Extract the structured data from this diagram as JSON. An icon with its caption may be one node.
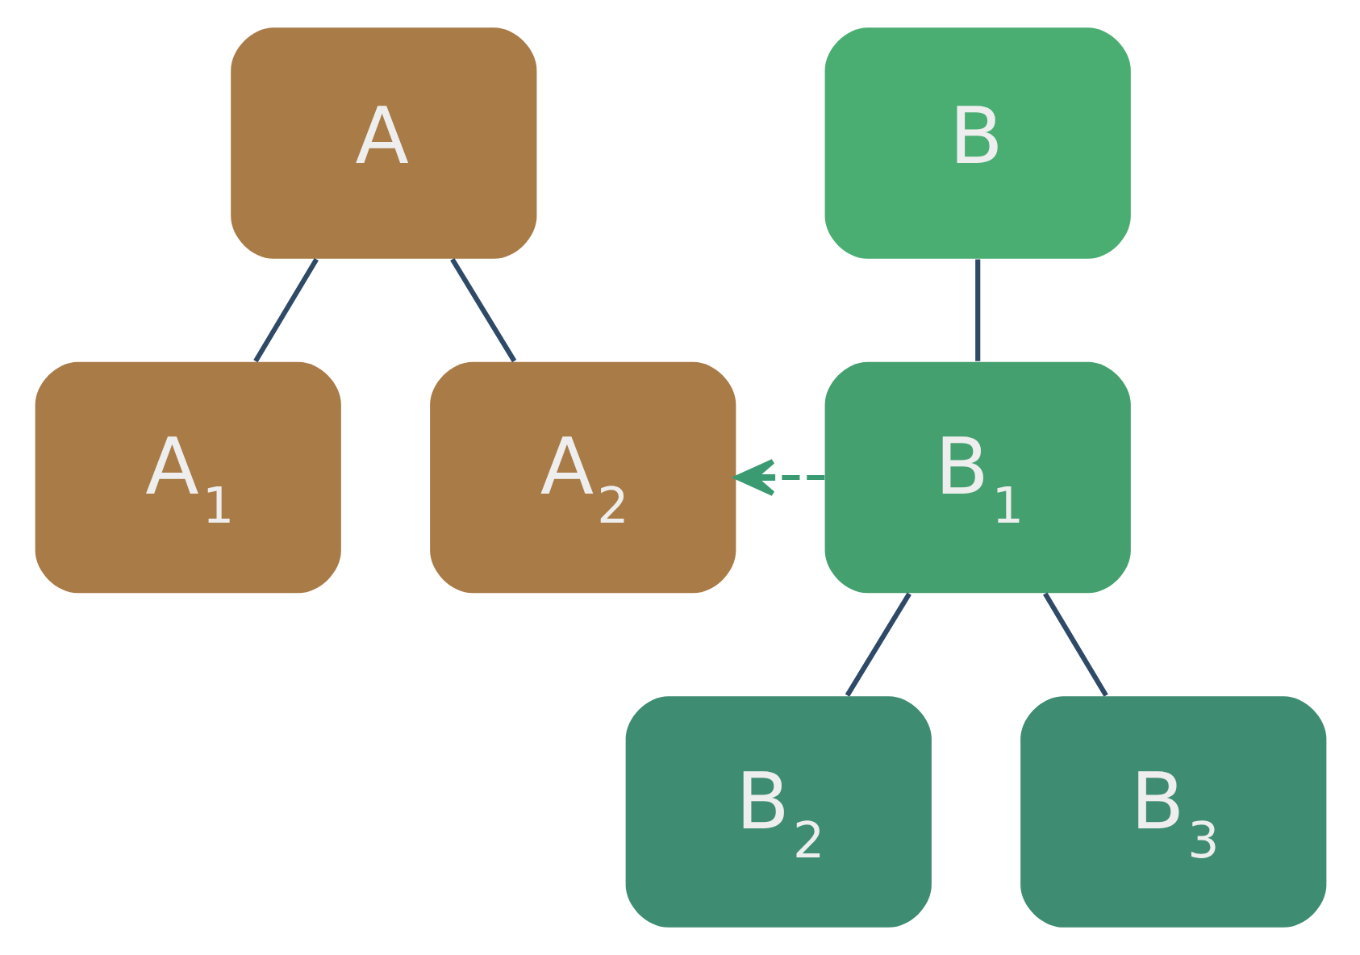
{
  "diagram": {
    "nodes": [
      {
        "text": [
          "A"
        ]
      },
      {
        "text": [
          "A$_{1}$"
        ]
      },
      {
        "text": [
          "A$_{2}$"
        ]
      },
      {
        "text": [
          "B"
        ]
      },
      {
        "text": [
          "B$_{1}$"
        ]
      },
      {
        "text": [
          "B$_{2}$"
        ]
      },
      {
        "text": [
          "B$_{3}$"
        ]
      }
    ],
    "edges": [
      {
        "from": 0,
        "to": 1,
        "arrow": "none"
      },
      {
        "from": 0,
        "to": 2,
        "arrow": "none"
      },
      {
        "from": 3,
        "to": 4,
        "arrow": "none"
      },
      {
        "from": 4,
        "to": 2,
        "arrow": "to",
        "style": "dashed",
        "color": "#3a9a72"
      },
      {
        "from": 4,
        "to": 5,
        "arrow": "none"
      },
      {
        "from": 4,
        "to": 6,
        "arrow": "none"
      }
    ]
  }
}
